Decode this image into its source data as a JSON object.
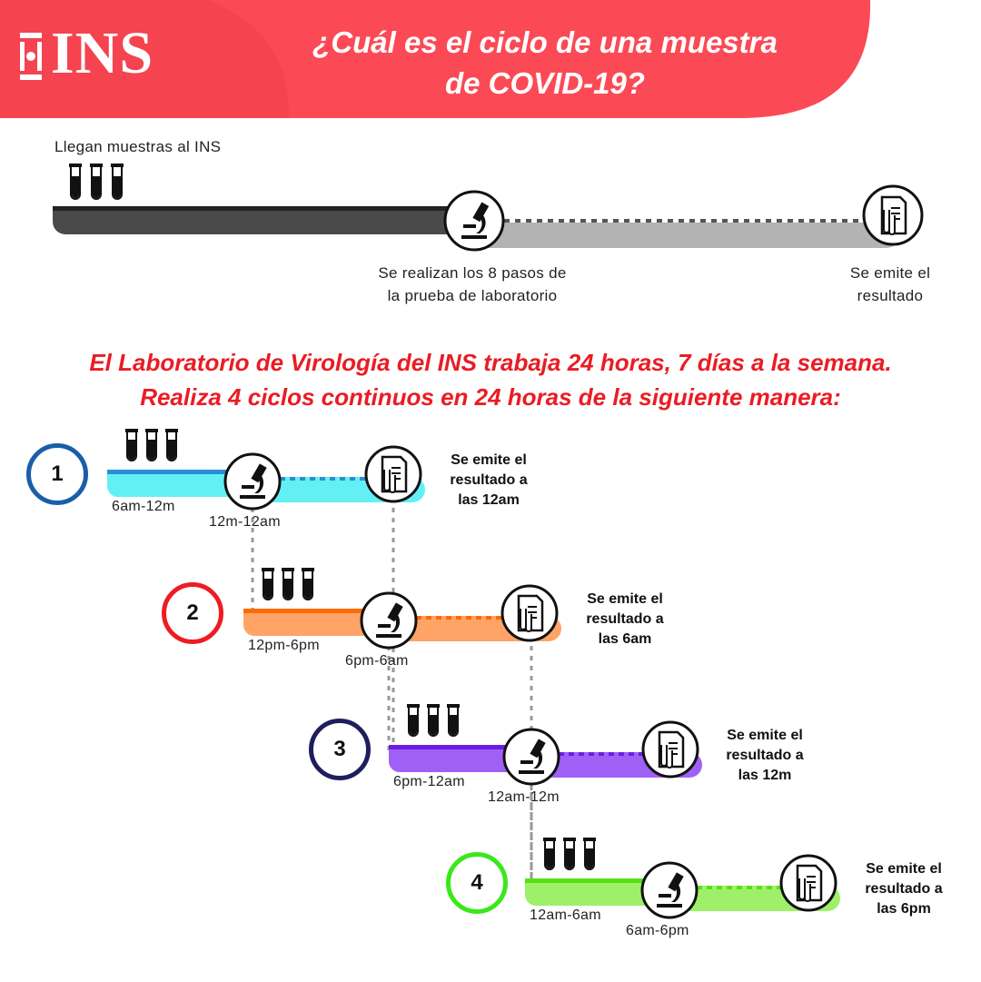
{
  "header": {
    "logo": "INS",
    "title_line1": "¿Cuál es el ciclo de una muestra",
    "title_line2": "de COVID-19?"
  },
  "overview": {
    "arrival_label": "Llegan muestras al INS",
    "lab_label_line1": "Se realizan los 8 pasos de",
    "lab_label_line2": "la prueba de laboratorio",
    "result_label_line1": "Se emite el",
    "result_label_line2": "resultado"
  },
  "subtitle": {
    "line1": "El Laboratorio de Virología del INS trabaja 24 horas, 7 días a la semana.",
    "line2": "Realiza 4 ciclos continuos en 24 horas de la siguiente manera:"
  },
  "cycles": [
    {
      "number": "1",
      "color": "#1a5ea8",
      "bar_dark": "#2a8fd0",
      "bar_light": "#63f0f5",
      "arrival_time": "6am-12m",
      "lab_time": "12m-12am",
      "result_line1": "Se emite el",
      "result_line2": "resultado a",
      "result_line3": "las 12am"
    },
    {
      "number": "2",
      "color": "#ee1b24",
      "bar_dark": "#ff6a00",
      "bar_light": "#ffa366",
      "arrival_time": "12pm-6pm",
      "lab_time": "6pm-6am",
      "result_line1": "Se emite el",
      "result_line2": "resultado a",
      "result_line3": "las 6am"
    },
    {
      "number": "3",
      "color": "#1e1e5e",
      "bar_dark": "#6a1ee0",
      "bar_light": "#a060f5",
      "arrival_time": "6pm-12am",
      "lab_time": "12am-12m",
      "result_line1": "Se emite el",
      "result_line2": "resultado a",
      "result_line3": "las 12m"
    },
    {
      "number": "4",
      "color": "#3ae81a",
      "bar_dark": "#58e013",
      "bar_light": "#9ef06a",
      "arrival_time": "12am-6am",
      "lab_time": "6am-6pm",
      "result_line1": "Se emite el",
      "result_line2": "resultado a",
      "result_line3": "las 6pm"
    }
  ],
  "colors": {
    "brand_red": "#fb4a56",
    "subtitle_red": "#ea1c24",
    "dark_bar": "#4a4a4a",
    "light_bar": "#b3b3b3"
  }
}
